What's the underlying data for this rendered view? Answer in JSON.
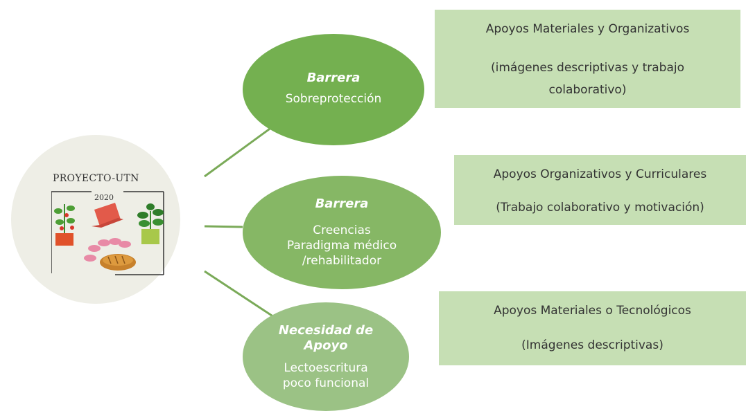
{
  "logo": {
    "title": "PROYECTO-UTN",
    "year": "2020"
  },
  "nodes": [
    {
      "kind": "Barrera",
      "desc_lines": [
        "Sobreprotección"
      ]
    },
    {
      "kind": "Barrera",
      "desc_lines": [
        "Creencias",
        "Paradigma médico",
        "/rehabilitador"
      ]
    },
    {
      "kind_lines": [
        "Necesidad de",
        "Apoyo"
      ],
      "desc_lines": [
        "Lectoescritura",
        "poco funcional"
      ]
    }
  ],
  "boxes": [
    {
      "title": "Apoyos Materiales y Organizativos",
      "detail": "(imágenes descriptivas y trabajo colaborativo)"
    },
    {
      "title": "Apoyos Organizativos y Curriculares",
      "detail": "(Trabajo colaborativo y motivación)"
    },
    {
      "title": "Apoyos Materiales o Tecnológicos",
      "detail": "(Imágenes descriptivas)"
    }
  ],
  "colors": {
    "node1": "#74b050",
    "node2": "#86b765",
    "node3": "#9bc285",
    "box": "#c6dfb4",
    "connector": "#7aaa58"
  }
}
